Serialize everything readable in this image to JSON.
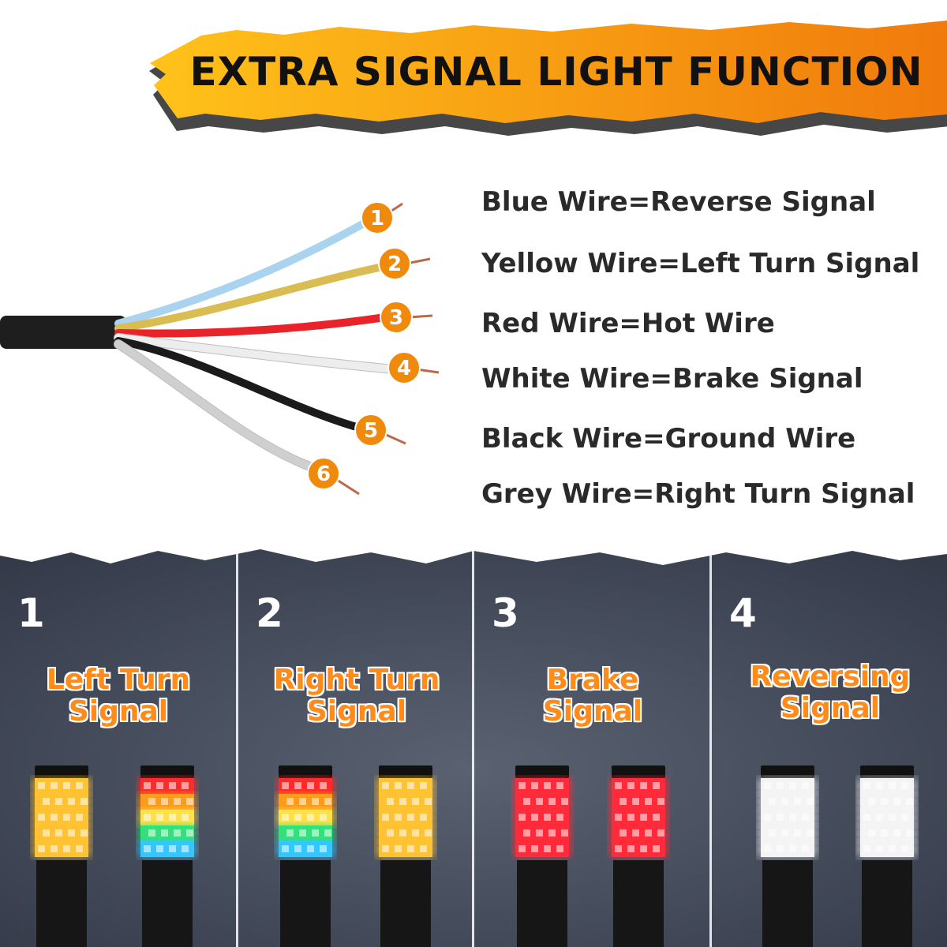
{
  "title": "EXTRA SIGNAL LIGHT FUNCTION",
  "wires": [
    {
      "number": "1",
      "color": "#a9d3ef",
      "label": "Blue Wire=Reverse Signal"
    },
    {
      "number": "2",
      "color": "#d9bd53",
      "label": "Yellow Wire=Left Turn Signal"
    },
    {
      "number": "3",
      "color": "#e8242a",
      "label": "Red Wire=Hot Wire"
    },
    {
      "number": "4",
      "color": "#ededed",
      "label": "White Wire=Brake Signal"
    },
    {
      "number": "5",
      "color": "#1b1b1b",
      "label": "Black Wire=Ground Wire"
    },
    {
      "number": "6",
      "color": "#cfcfcf",
      "label": "Grey Wire=Right Turn Signal"
    }
  ],
  "panels": [
    {
      "number": "1",
      "label_line1": "Left Turn",
      "label_line2": "Signal",
      "lamps": [
        [
          "#ffc233",
          "#ffc233",
          "#ffc233",
          "#ffc233",
          "#ffc233"
        ],
        [
          "#ff2b2b",
          "#ff9a1a",
          "#ffe04a",
          "#33e07a",
          "#33c6ff"
        ]
      ]
    },
    {
      "number": "2",
      "label_line1": "Right Turn",
      "label_line2": "Signal",
      "lamps": [
        [
          "#ff2b2b",
          "#ff9a1a",
          "#ffe04a",
          "#33e07a",
          "#33c6ff"
        ],
        [
          "#ffc233",
          "#ffc233",
          "#ffc233",
          "#ffc233",
          "#ffc233"
        ]
      ]
    },
    {
      "number": "3",
      "label_line1": "Brake",
      "label_line2": "Signal",
      "lamps": [
        [
          "#ff2b3a",
          "#ff2b3a",
          "#ff2b3a",
          "#ff2b3a",
          "#ff2b3a"
        ],
        [
          "#ff2b3a",
          "#ff2b3a",
          "#ff2b3a",
          "#ff2b3a",
          "#ff2b3a"
        ]
      ]
    },
    {
      "number": "4",
      "label_line1": "Reversing",
      "label_line2": "Signal",
      "lamps": [
        [
          "#f4f4f4",
          "#f4f4f4",
          "#f4f4f4",
          "#f4f4f4",
          "#f4f4f4"
        ],
        [
          "#f4f4f4",
          "#f4f4f4",
          "#f4f4f4",
          "#f4f4f4",
          "#f4f4f4"
        ]
      ]
    }
  ],
  "colors": {
    "accent_orange": "#f08a0c",
    "banner_yellow": "#ffb21c",
    "panel_bg": "#3f4656"
  }
}
